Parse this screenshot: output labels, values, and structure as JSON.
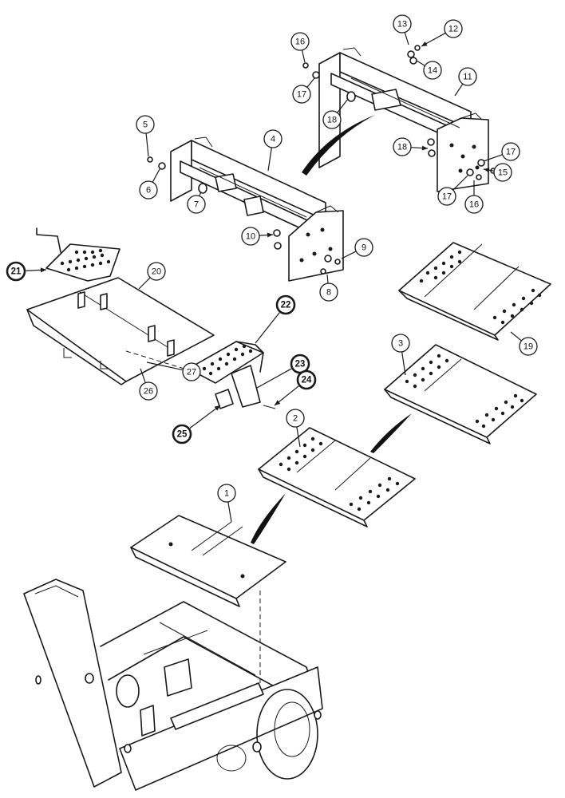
{
  "callouts": [
    {
      "label": "1"
    },
    {
      "label": "2"
    },
    {
      "label": "3"
    },
    {
      "label": "4"
    },
    {
      "label": "5"
    },
    {
      "label": "6"
    },
    {
      "label": "7"
    },
    {
      "label": "8"
    },
    {
      "label": "9"
    },
    {
      "label": "10"
    },
    {
      "label": "11"
    },
    {
      "label": "12"
    },
    {
      "label": "13"
    },
    {
      "label": "14"
    },
    {
      "label": "15"
    },
    {
      "label": "16"
    },
    {
      "label": "16"
    },
    {
      "label": "17"
    },
    {
      "label": "17"
    },
    {
      "label": "17"
    },
    {
      "label": "18"
    },
    {
      "label": "18"
    },
    {
      "label": "19"
    },
    {
      "label": "20"
    },
    {
      "label": "21"
    },
    {
      "label": "22"
    },
    {
      "label": "23"
    },
    {
      "label": "24"
    },
    {
      "label": "25"
    },
    {
      "label": "26"
    },
    {
      "label": "27"
    }
  ],
  "colors": {
    "line": "#1a1a1a",
    "background": "#ffffff"
  }
}
